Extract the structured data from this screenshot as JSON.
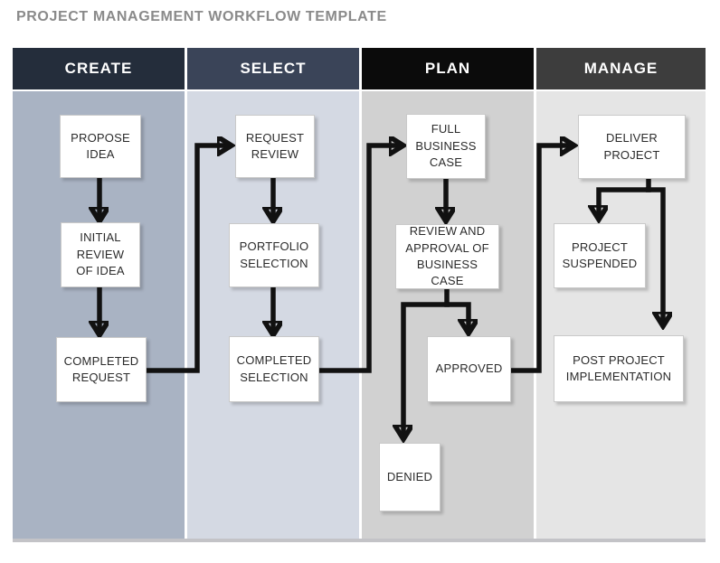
{
  "page": {
    "title": "PROJECT MANAGEMENT WORKFLOW TEMPLATE"
  },
  "colors": {
    "title_text": "#8a8a8a",
    "header_text": "#ffffff",
    "connector": "#111111",
    "node_background": "#ffffff",
    "node_text": "#2b2b2b"
  },
  "columns": [
    {
      "header": "CREATE",
      "header_bg": "#242d3b",
      "body_bg": "#a9b3c3",
      "boxes": [
        {
          "label": "PROPOSE IDEA"
        },
        {
          "label": "INITIAL REVIEW OF IDEA"
        },
        {
          "label": "COMPLETED REQUEST"
        }
      ]
    },
    {
      "header": "SELECT",
      "header_bg": "#3a4458",
      "body_bg": "#d4d9e3",
      "boxes": [
        {
          "label": "REQUEST REVIEW"
        },
        {
          "label": "PORTFOLIO SELECTION"
        },
        {
          "label": "COMPLETED SELECTION"
        }
      ]
    },
    {
      "header": "PLAN",
      "header_bg": "#0b0b0b",
      "body_bg": "#d1d1d1",
      "boxes": [
        {
          "label": "FULL BUSINESS CASE"
        },
        {
          "label": "REVIEW AND APPROVAL OF BUSINESS CASE"
        },
        {
          "label": "APPROVED"
        },
        {
          "label": "DENIED"
        }
      ]
    },
    {
      "header": "MANAGE",
      "header_bg": "#3d3d3d",
      "body_bg": "#e5e5e5",
      "boxes": [
        {
          "label": "DELIVER PROJECT"
        },
        {
          "label": "PROJECT SUSPENDED"
        },
        {
          "label": "POST PROJECT IMPLEMENTATION"
        }
      ]
    }
  ],
  "edges": [
    {
      "from": "PROPOSE IDEA",
      "to": "INITIAL REVIEW OF IDEA"
    },
    {
      "from": "INITIAL REVIEW OF IDEA",
      "to": "COMPLETED REQUEST"
    },
    {
      "from": "COMPLETED REQUEST",
      "to": "REQUEST REVIEW"
    },
    {
      "from": "REQUEST REVIEW",
      "to": "PORTFOLIO SELECTION"
    },
    {
      "from": "PORTFOLIO SELECTION",
      "to": "COMPLETED SELECTION"
    },
    {
      "from": "COMPLETED SELECTION",
      "to": "FULL BUSINESS CASE"
    },
    {
      "from": "FULL BUSINESS CASE",
      "to": "REVIEW AND APPROVAL OF BUSINESS CASE"
    },
    {
      "from": "REVIEW AND APPROVAL OF BUSINESS CASE",
      "to": "APPROVED"
    },
    {
      "from": "REVIEW AND APPROVAL OF BUSINESS CASE",
      "to": "DENIED"
    },
    {
      "from": "APPROVED",
      "to": "DELIVER PROJECT"
    },
    {
      "from": "DELIVER PROJECT",
      "to": "PROJECT SUSPENDED"
    },
    {
      "from": "DELIVER PROJECT",
      "to": "POST PROJECT IMPLEMENTATION"
    }
  ]
}
